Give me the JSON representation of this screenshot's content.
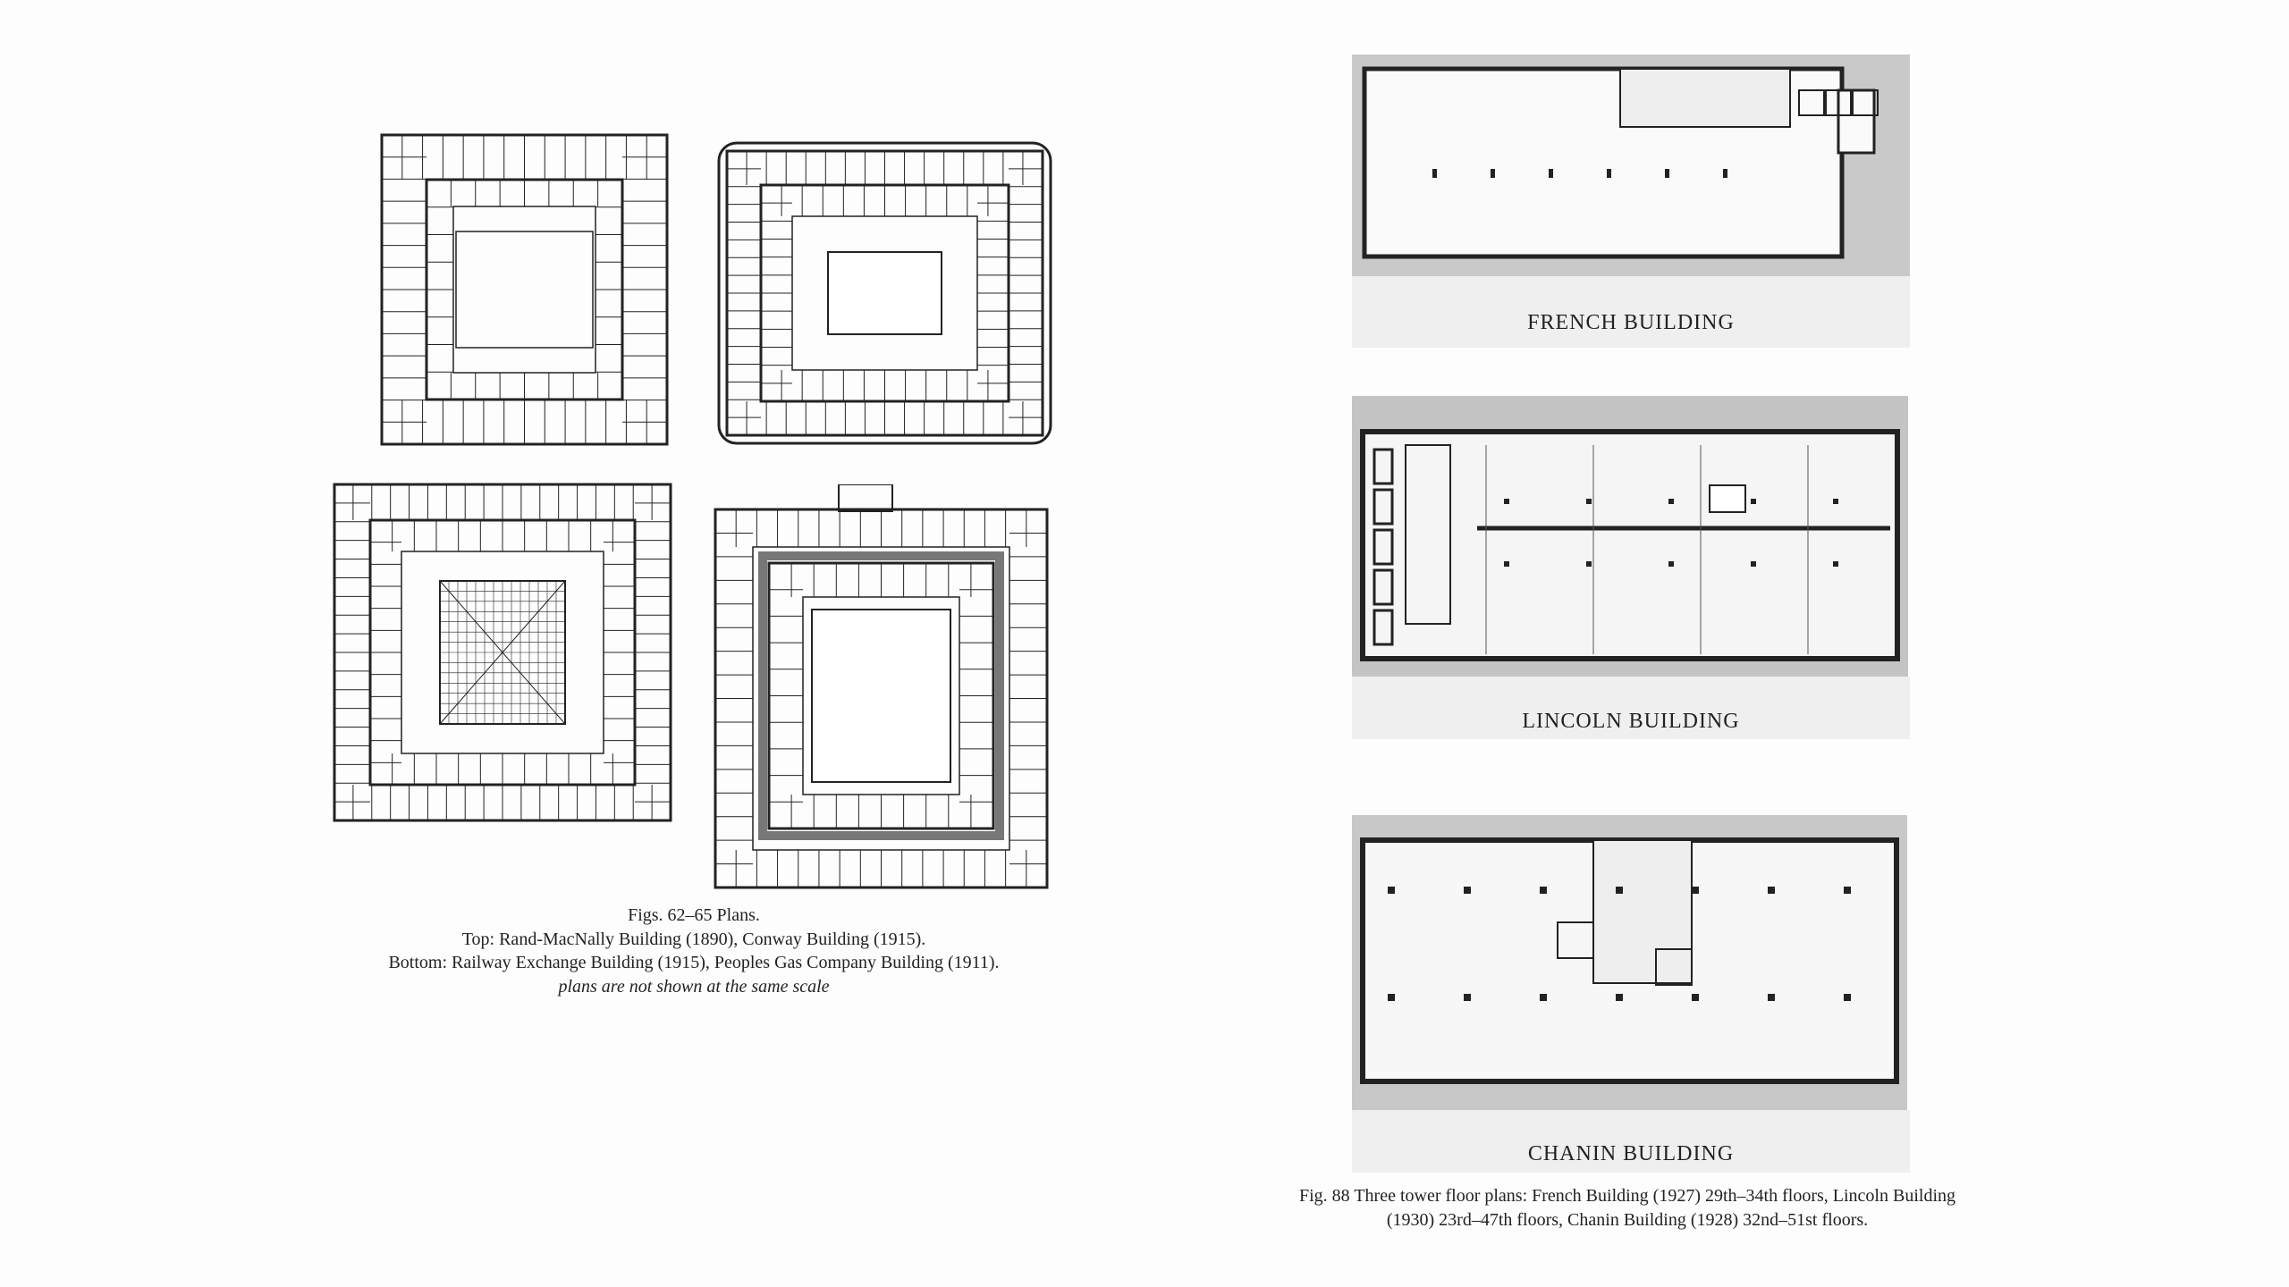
{
  "left_page": {
    "plans": [
      {
        "name": "Rand-MacNally Building"
      },
      {
        "name": "Conway Building"
      },
      {
        "name": "Railway Exchange Building"
      },
      {
        "name": "Peoples Gas Company Building"
      }
    ],
    "caption": {
      "line1": "Figs. 62–65  Plans.",
      "line2": "Top: Rand-MacNally Building (1890), Conway Building (1915).",
      "line3": "Bottom: Railway Exchange Building (1915), Peoples Gas Company Building (1911).",
      "line4": "plans are not shown at the same scale"
    }
  },
  "right_page": {
    "figures": [
      {
        "label": "FRENCH BUILDING"
      },
      {
        "label": "LINCOLN BUILDING"
      },
      {
        "label": "CHANIN BUILDING"
      }
    ],
    "caption": {
      "line1": "Fig. 88  Three tower floor plans: French Building (1927) 29th–34th floors, Lincoln Building",
      "line2": "(1930) 23rd–47th floors, Chanin Building (1928) 32nd–51st floors."
    }
  }
}
